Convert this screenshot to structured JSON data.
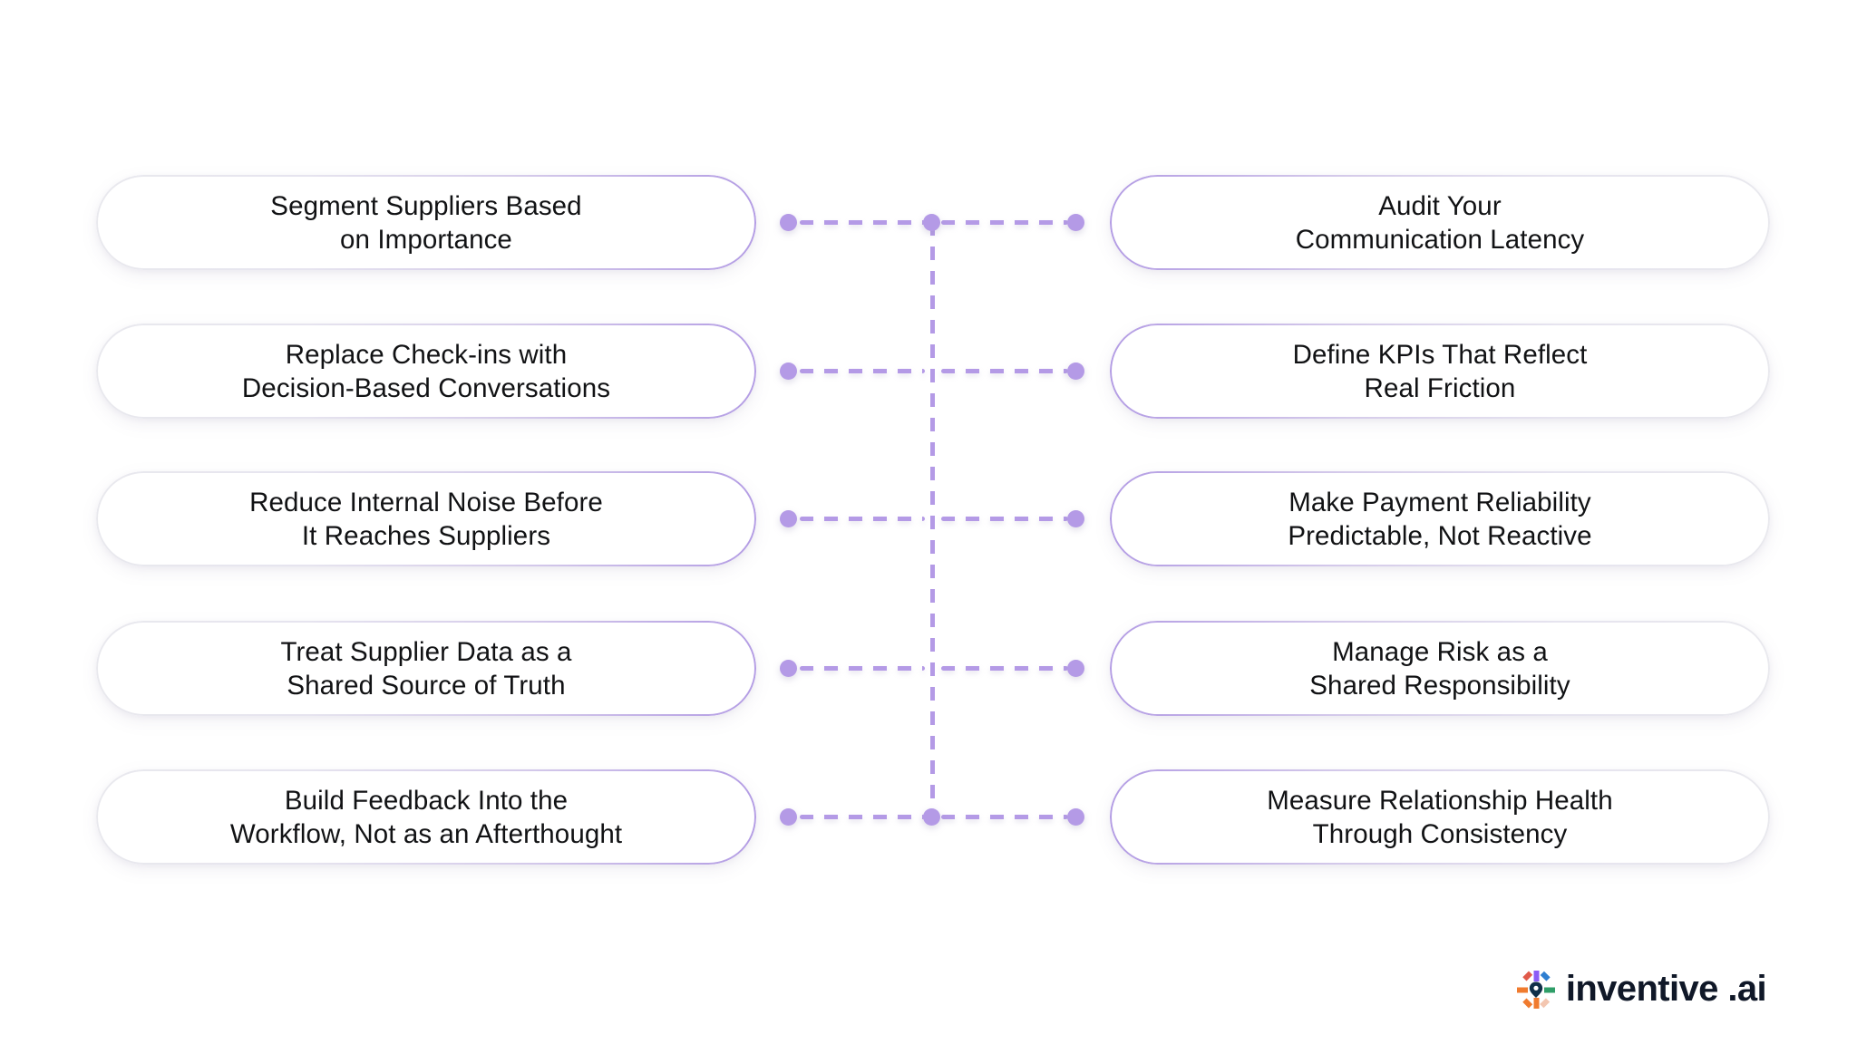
{
  "diagram": {
    "type": "two-column-connected-list",
    "accent_color": "#b49ae6",
    "border_gradient_from": "#e9e9ee",
    "border_gradient_to": "#b39ce4",
    "text_color": "#111214",
    "background": "#ffffff",
    "rows": [
      {
        "left": "Segment Suppliers Based\non Importance",
        "right": "Audit Your\nCommunication Latency"
      },
      {
        "left": "Replace Check-ins with\nDecision-Based Conversations",
        "right": "Define KPIs That Reflect\nReal Friction"
      },
      {
        "left": "Reduce Internal Noise Before\nIt Reaches Suppliers",
        "right": "Make Payment Reliability\nPredictable, Not Reactive"
      },
      {
        "left": "Treat Supplier Data as a\nShared Source of Truth",
        "right": "Manage Risk as a\nShared Responsibility"
      },
      {
        "left": "Build Feedback Into the\nWorkflow, Not as an Afterthought",
        "right": "Measure Relationship Health\nThrough Consistency"
      }
    ]
  },
  "logo": {
    "wordmark": "inventive .ai",
    "mark_colors": [
      "#f07b2e",
      "#8b5cf6",
      "#2f9e68",
      "#2f7fd1",
      "#e05a4a",
      "#f3c6b0",
      "#103049"
    ]
  }
}
